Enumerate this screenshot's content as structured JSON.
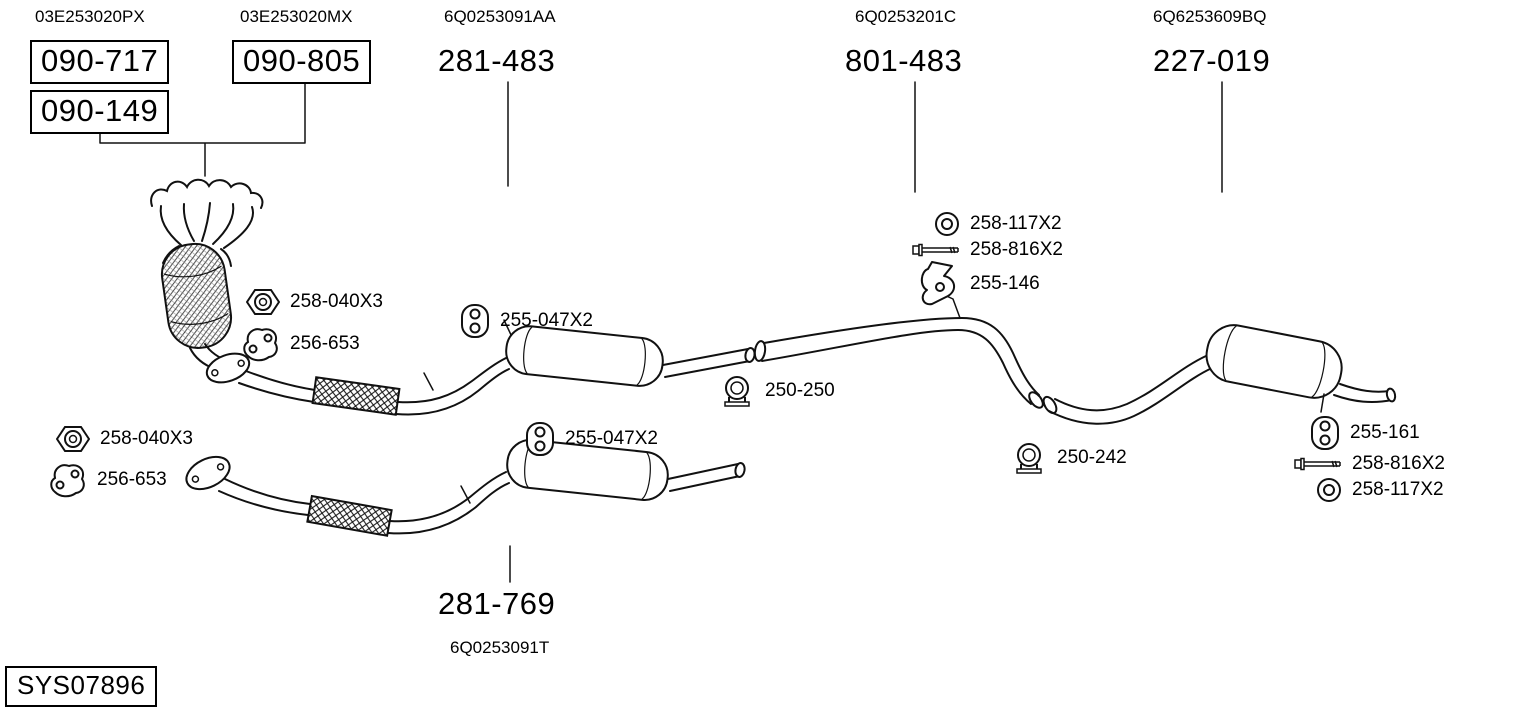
{
  "diagram": {
    "system_id": "SYS07896"
  },
  "groups": [
    {
      "oem": "03E253020PX",
      "part": "090-717"
    },
    {
      "oem": "03E253020MX",
      "part": "090-805"
    },
    {
      "oem": "6Q0253091AA",
      "part": "281-483"
    },
    {
      "oem": "6Q0253201C",
      "part": "801-483"
    },
    {
      "oem": "6Q6253609BQ",
      "part": "227-019"
    }
  ],
  "extra_part": "090-149",
  "bottom_group": {
    "part": "281-769",
    "oem": "6Q0253091T"
  },
  "callouts": [
    {
      "icon": "nut-icon",
      "label": "258-040X3"
    },
    {
      "icon": "gasket-icon",
      "label": "256-653"
    },
    {
      "icon": "hanger-icon",
      "label": "255-047X2"
    },
    {
      "icon": "ring-icon",
      "label": "258-117X2"
    },
    {
      "icon": "bolt-icon",
      "label": "258-816X2"
    },
    {
      "icon": "bracket-icon",
      "label": "255-146"
    },
    {
      "icon": "clamp-icon",
      "label": "250-250"
    },
    {
      "icon": "clamp-icon",
      "label": "250-242"
    },
    {
      "icon": "nut-icon",
      "label": "258-040X3"
    },
    {
      "icon": "gasket-icon",
      "label": "256-653"
    },
    {
      "icon": "hanger-icon",
      "label": "255-047X2"
    },
    {
      "icon": "hanger-icon",
      "label": "255-161"
    },
    {
      "icon": "bolt-icon",
      "label": "258-816X2"
    },
    {
      "icon": "ring-icon",
      "label": "258-117X2"
    }
  ],
  "colors": {
    "line": "#111111",
    "background": "#ffffff",
    "text": "#000000"
  }
}
